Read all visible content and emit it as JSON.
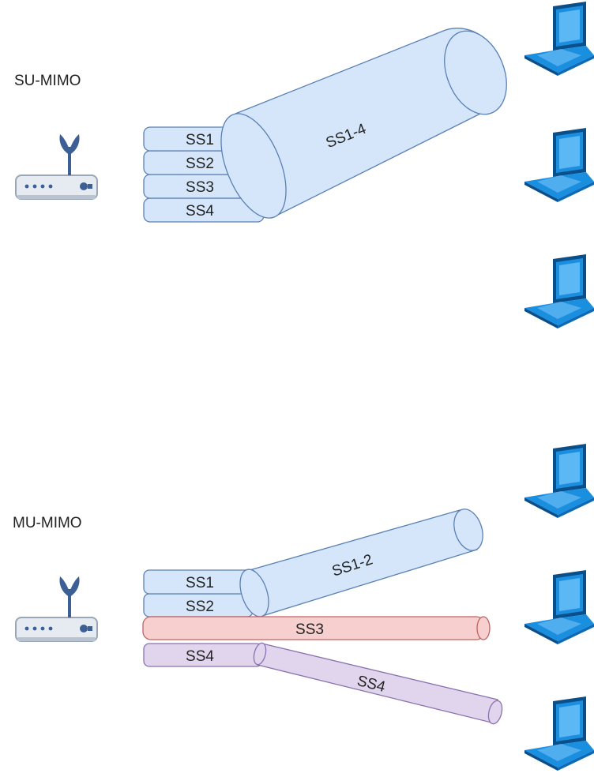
{
  "colors": {
    "blue_fill": "#d5e6fa",
    "blue_stroke": "#5a80b5",
    "red_fill": "#f7cfcf",
    "red_stroke": "#c46060",
    "purple_fill": "#e0d5ec",
    "purple_stroke": "#8a72b0",
    "router_body": "#e6eaf1",
    "router_accent": "#3c5f95",
    "laptop_blue": "#1a8fe0",
    "laptop_dark": "#0a4f8a"
  },
  "icons": {
    "router": "router-icon",
    "laptop": "laptop-icon"
  },
  "su_mimo": {
    "title": "SU-MIMO",
    "streams": [
      "SS1",
      "SS2",
      "SS3",
      "SS4"
    ],
    "combined_label": "SS1-4"
  },
  "mu_mimo": {
    "title": "MU-MIMO",
    "streams": [
      "SS1",
      "SS2",
      "SS4"
    ],
    "combined_label": "SS1-2",
    "ss3_label": "SS3",
    "ss4_label": "SS4"
  }
}
